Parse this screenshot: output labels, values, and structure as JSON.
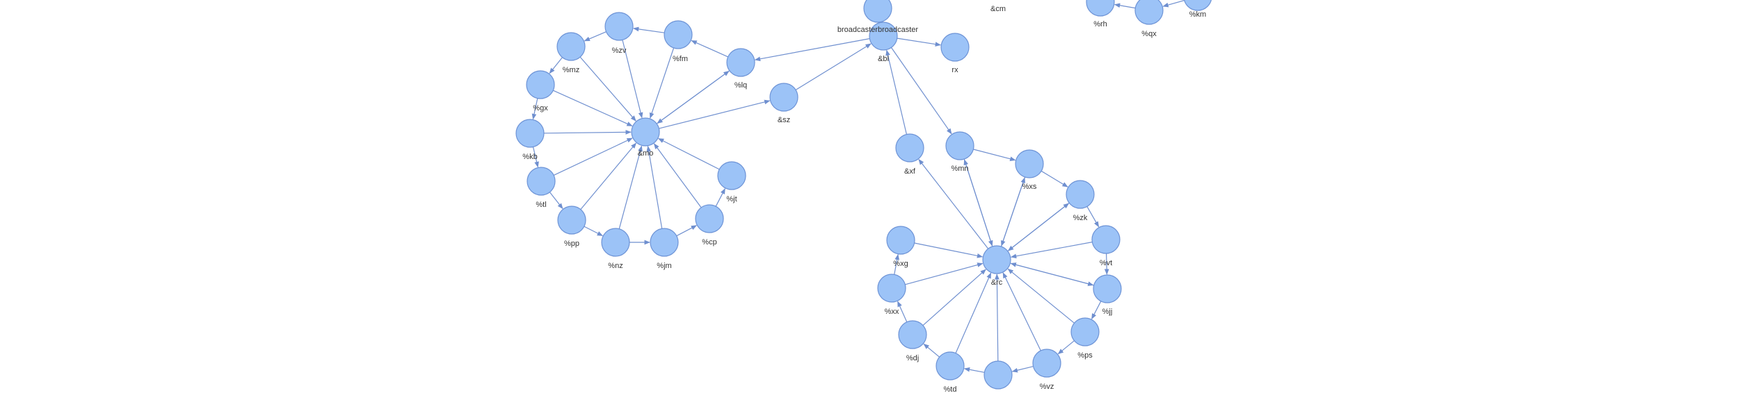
{
  "graph": {
    "colors": {
      "node_fill": "#9cc3f7",
      "node_stroke": "#6d93d6",
      "edge": "#6f8fcf",
      "label": "#333333"
    },
    "nodes": [
      {
        "id": "hub1",
        "label": "&mo"
      },
      {
        "id": "zv",
        "label": "%zv"
      },
      {
        "id": "fm",
        "label": "%fm"
      },
      {
        "id": "lq",
        "label": "%lq"
      },
      {
        "id": "mz",
        "label": "%mz"
      },
      {
        "id": "gx",
        "label": "%gx"
      },
      {
        "id": "kb",
        "label": "%kb"
      },
      {
        "id": "tl",
        "label": "%tl"
      },
      {
        "id": "pp",
        "label": "%pp"
      },
      {
        "id": "nz",
        "label": "%nz"
      },
      {
        "id": "jm",
        "label": "%jm"
      },
      {
        "id": "cp",
        "label": "%cp"
      },
      {
        "id": "jt",
        "label": "%jt"
      },
      {
        "id": "sz",
        "label": "&sz"
      },
      {
        "id": "top",
        "label": ""
      },
      {
        "id": "bc",
        "label": "&bl"
      },
      {
        "id": "rx",
        "label": "rx"
      },
      {
        "id": "xf",
        "label": "&xf"
      },
      {
        "id": "mn",
        "label": "%mn"
      },
      {
        "id": "xs",
        "label": "%xs"
      },
      {
        "id": "zk",
        "label": "%zk"
      },
      {
        "id": "vt",
        "label": "%vt"
      },
      {
        "id": "jj",
        "label": "%jj"
      },
      {
        "id": "ps",
        "label": "%ps"
      },
      {
        "id": "vz",
        "label": "%vz"
      },
      {
        "id": "bot",
        "label": ""
      },
      {
        "id": "td",
        "label": "%td"
      },
      {
        "id": "dj",
        "label": "%dj"
      },
      {
        "id": "xx",
        "label": "%xx"
      },
      {
        "id": "xg",
        "label": "%xg"
      },
      {
        "id": "hub2",
        "label": "&rc"
      },
      {
        "id": "rh",
        "label": "%rh"
      },
      {
        "id": "qx",
        "label": "%qx"
      },
      {
        "id": "km",
        "label": "%km"
      }
    ],
    "free_labels": [
      {
        "id": "broadcaster",
        "text": "broadcasterbroadcaster"
      },
      {
        "id": "cm",
        "text": "&cm"
      }
    ],
    "edges": [
      {
        "from": "zv",
        "to": "hub1"
      },
      {
        "from": "fm",
        "to": "hub1"
      },
      {
        "from": "lq",
        "to": "hub1"
      },
      {
        "from": "mz",
        "to": "hub1"
      },
      {
        "from": "gx",
        "to": "hub1"
      },
      {
        "from": "kb",
        "to": "hub1"
      },
      {
        "from": "tl",
        "to": "hub1"
      },
      {
        "from": "pp",
        "to": "hub1"
      },
      {
        "from": "nz",
        "to": "hub1"
      },
      {
        "from": "jm",
        "to": "hub1"
      },
      {
        "from": "cp",
        "to": "hub1"
      },
      {
        "from": "jt",
        "to": "hub1"
      },
      {
        "from": "hub1",
        "to": "lq"
      },
      {
        "from": "hub1",
        "to": "sz"
      },
      {
        "from": "fm",
        "to": "zv"
      },
      {
        "from": "zv",
        "to": "mz"
      },
      {
        "from": "mz",
        "to": "gx"
      },
      {
        "from": "gx",
        "to": "kb"
      },
      {
        "from": "kb",
        "to": "tl"
      },
      {
        "from": "tl",
        "to": "pp"
      },
      {
        "from": "pp",
        "to": "nz"
      },
      {
        "from": "nz",
        "to": "jm"
      },
      {
        "from": "jm",
        "to": "cp"
      },
      {
        "from": "cp",
        "to": "jt"
      },
      {
        "from": "lq",
        "to": "fm"
      },
      {
        "from": "sz",
        "to": "bc"
      },
      {
        "from": "top",
        "to": "bc"
      },
      {
        "from": "bc",
        "to": "lq"
      },
      {
        "from": "bc",
        "to": "rx"
      },
      {
        "from": "bc",
        "to": "mn"
      },
      {
        "from": "xf",
        "to": "bc"
      },
      {
        "from": "mn",
        "to": "xs"
      },
      {
        "from": "xs",
        "to": "zk"
      },
      {
        "from": "zk",
        "to": "vt"
      },
      {
        "from": "vt",
        "to": "jj"
      },
      {
        "from": "jj",
        "to": "ps"
      },
      {
        "from": "ps",
        "to": "vz"
      },
      {
        "from": "vz",
        "to": "bot"
      },
      {
        "from": "bot",
        "to": "td"
      },
      {
        "from": "td",
        "to": "dj"
      },
      {
        "from": "dj",
        "to": "xx"
      },
      {
        "from": "xx",
        "to": "xg"
      },
      {
        "from": "mn",
        "to": "hub2"
      },
      {
        "from": "xs",
        "to": "hub2"
      },
      {
        "from": "zk",
        "to": "hub2"
      },
      {
        "from": "vt",
        "to": "hub2"
      },
      {
        "from": "jj",
        "to": "hub2"
      },
      {
        "from": "ps",
        "to": "hub2"
      },
      {
        "from": "vz",
        "to": "hub2"
      },
      {
        "from": "bot",
        "to": "hub2"
      },
      {
        "from": "td",
        "to": "hub2"
      },
      {
        "from": "dj",
        "to": "hub2"
      },
      {
        "from": "xx",
        "to": "hub2"
      },
      {
        "from": "xg",
        "to": "hub2"
      },
      {
        "from": "hub2",
        "to": "mn"
      },
      {
        "from": "hub2",
        "to": "xf"
      },
      {
        "from": "hub2",
        "to": "xs"
      },
      {
        "from": "hub2",
        "to": "zk"
      },
      {
        "from": "hub2",
        "to": "jj"
      },
      {
        "from": "qx",
        "to": "rh"
      },
      {
        "from": "km",
        "to": "qx"
      }
    ]
  }
}
